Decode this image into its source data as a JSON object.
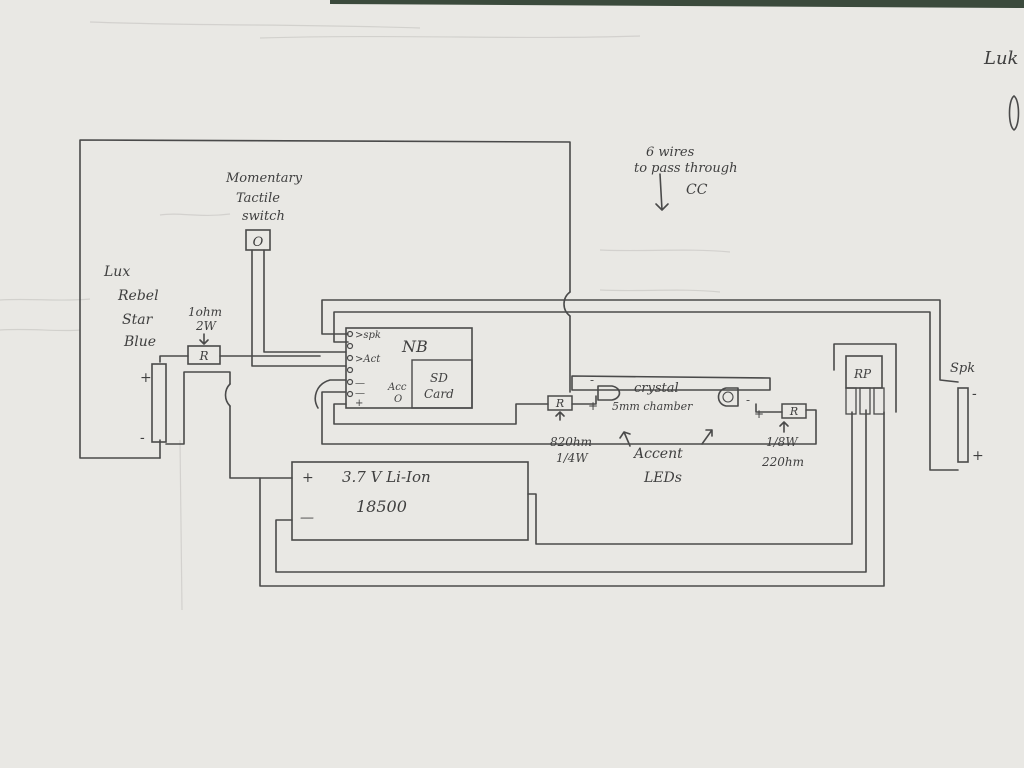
{
  "notes": {
    "corner_text": "Luk",
    "wires_note_line1": "6 wires",
    "wires_note_line2": "to pass through",
    "wires_note_line3": "CC"
  },
  "components": {
    "switch": {
      "label_line1": "Momentary",
      "label_line2": "Tactile",
      "label_line3": "switch",
      "symbol": "O"
    },
    "main_led": {
      "label_line1": "Lux",
      "label_line2": "Rebel",
      "label_line3": "Star",
      "label_line4": "Blue",
      "plus": "+",
      "minus": "-"
    },
    "main_resistor": {
      "value_line1": "1ohm",
      "value_line2": "2W",
      "symbol": "R"
    },
    "nb_board": {
      "title": "NB",
      "pins": [
        ">spk",
        ">Act",
        "",
        "—",
        "—",
        "+"
      ],
      "acc_label": "Acc",
      "acc_symbol": "O",
      "sd_line1": "SD",
      "sd_line2": "Card"
    },
    "battery": {
      "line1": "3.7 V Li-Ion",
      "line2": "18500",
      "plus": "+",
      "minus": "—"
    },
    "accent_resistor_left": {
      "symbol": "R",
      "value_line1": "820hm",
      "value_line2": "1/4W"
    },
    "accent_led_left": {
      "plus": "+",
      "minus": "-"
    },
    "crystal_chamber": {
      "line1": "crystal",
      "line2": "5mm chamber"
    },
    "accent_led_right": {
      "plus": "+",
      "minus": "-"
    },
    "accent_resistor_right": {
      "symbol": "R",
      "value_line1": "1/8W",
      "value_line2": "220hm"
    },
    "accent_leds_label": {
      "line1": "Accent",
      "line2": "LEDs"
    },
    "rp": {
      "label": "RP"
    },
    "speaker": {
      "label": "Spk",
      "minus": "-",
      "plus": "+"
    }
  }
}
